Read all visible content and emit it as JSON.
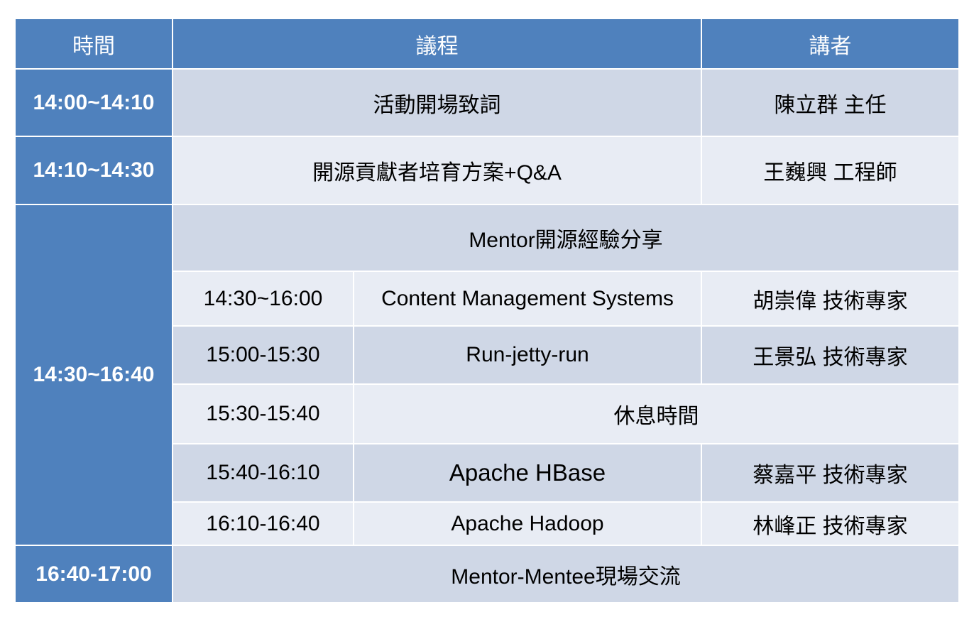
{
  "header": {
    "time": "時間",
    "agenda": "議程",
    "speaker": "講者"
  },
  "rows": [
    {
      "time": "14:00~14:10",
      "agenda": "活動開場致詞",
      "speaker": "陳立群 主任"
    },
    {
      "time": "14:10~14:30",
      "agenda": "開源貢獻者培育方案+Q&A",
      "speaker": "王巍興 工程師"
    },
    {
      "time": "14:30~16:40",
      "agenda": "Mentor開源經驗分享",
      "sessions": [
        {
          "time": "14:30~16:00",
          "title": "Content Management Systems",
          "speaker": "胡崇偉 技術專家"
        },
        {
          "time": "15:00-15:30",
          "title": "Run-jetty-run",
          "speaker": "王景弘 技術專家"
        },
        {
          "time": "15:30-15:40",
          "title": "休息時間"
        },
        {
          "time": "15:40-16:10",
          "title": "Apache HBase",
          "speaker": "蔡嘉平 技術專家"
        },
        {
          "time": "16:10-16:40",
          "title": "Apache Hadoop",
          "speaker": "林峰正 技術專家"
        }
      ]
    },
    {
      "time": "16:40-17:00",
      "agenda": "Mentor-Mentee現場交流"
    }
  ],
  "colors": {
    "header": "#4f81bd",
    "row_dark": "#cfd7e6",
    "row_light": "#e8ecf4"
  }
}
